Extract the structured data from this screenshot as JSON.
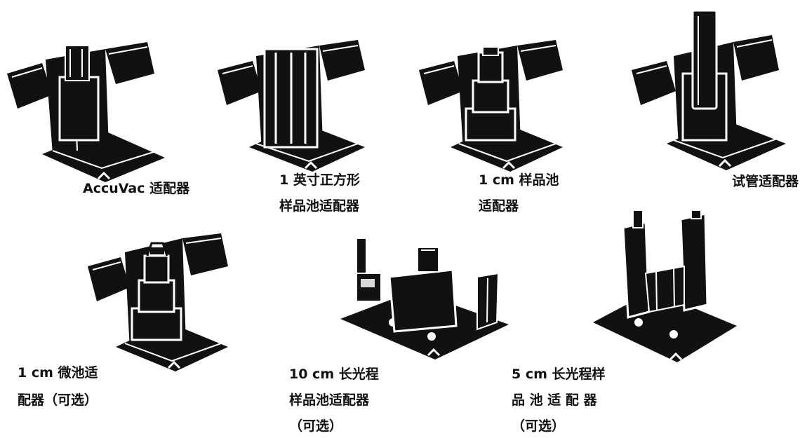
{
  "adapters": [
    {
      "id": "accuvac",
      "lines": [
        "AccuVac 适配器"
      ]
    },
    {
      "id": "square-1in",
      "lines": [
        "1  英寸正方形",
        "样品池适配器"
      ]
    },
    {
      "id": "cell-1cm",
      "lines": [
        "1 cm 样品池",
        "适配器"
      ]
    },
    {
      "id": "test-tube",
      "lines": [
        "试管适配器"
      ]
    },
    {
      "id": "microcell-1cm",
      "lines": [
        "1 cm 微池适",
        "配器（可选）"
      ]
    },
    {
      "id": "long-path-10cm",
      "lines": [
        "10  cm  长光程",
        "样品池适配器",
        "（可选）"
      ]
    },
    {
      "id": "long-path-5cm",
      "lines": [
        "5 cm 长光程样",
        "品 池 适 配 器",
        "（可选）"
      ]
    }
  ],
  "colors": {
    "ink": "#111111",
    "paper": "#ffffff",
    "highlight": "#d8d8d8"
  }
}
